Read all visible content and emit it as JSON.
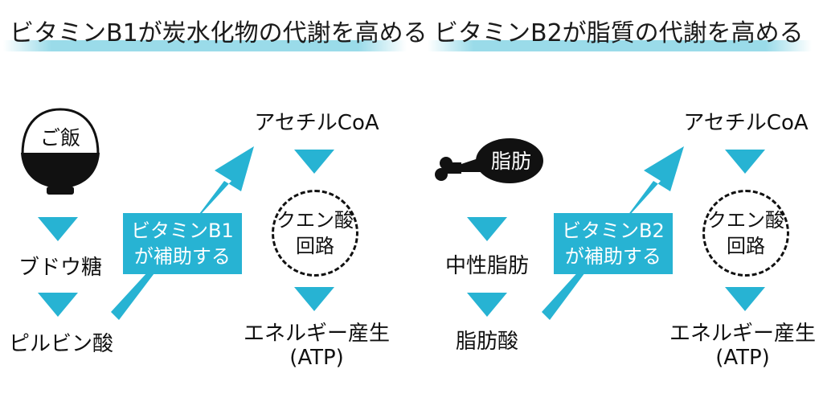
{
  "left": {
    "title": "ビタミンB1が炭水化物の代謝を高める",
    "food_label": "ご飯",
    "step1": "ブドウ糖",
    "step2": "ピルビン酸",
    "badge_line1": "ビタミンB1",
    "badge_line2": "が補助する",
    "acetyl": "アセチルCoA",
    "cycle_line1": "クエン酸",
    "cycle_line2": "回路",
    "energy_line1": "エネルギー産生",
    "energy_line2": "(ATP)"
  },
  "right": {
    "title": "ビタミンB2が脂質の代謝を高める",
    "food_label": "脂肪",
    "step1": "中性脂肪",
    "step2": "脂肪酸",
    "badge_line1": "ビタミンB2",
    "badge_line2": "が補助する",
    "acetyl": "アセチルCoA",
    "cycle_line1": "クエン酸",
    "cycle_line2": "回路",
    "energy_line1": "エネルギー産生",
    "energy_line2": "(ATP)"
  },
  "colors": {
    "accent": "#27b3d3",
    "highlight": "#9adbe9",
    "ink": "#111111"
  },
  "icons": {
    "left_food": "rice-bowl-icon",
    "right_food": "meat-drumstick-icon"
  }
}
